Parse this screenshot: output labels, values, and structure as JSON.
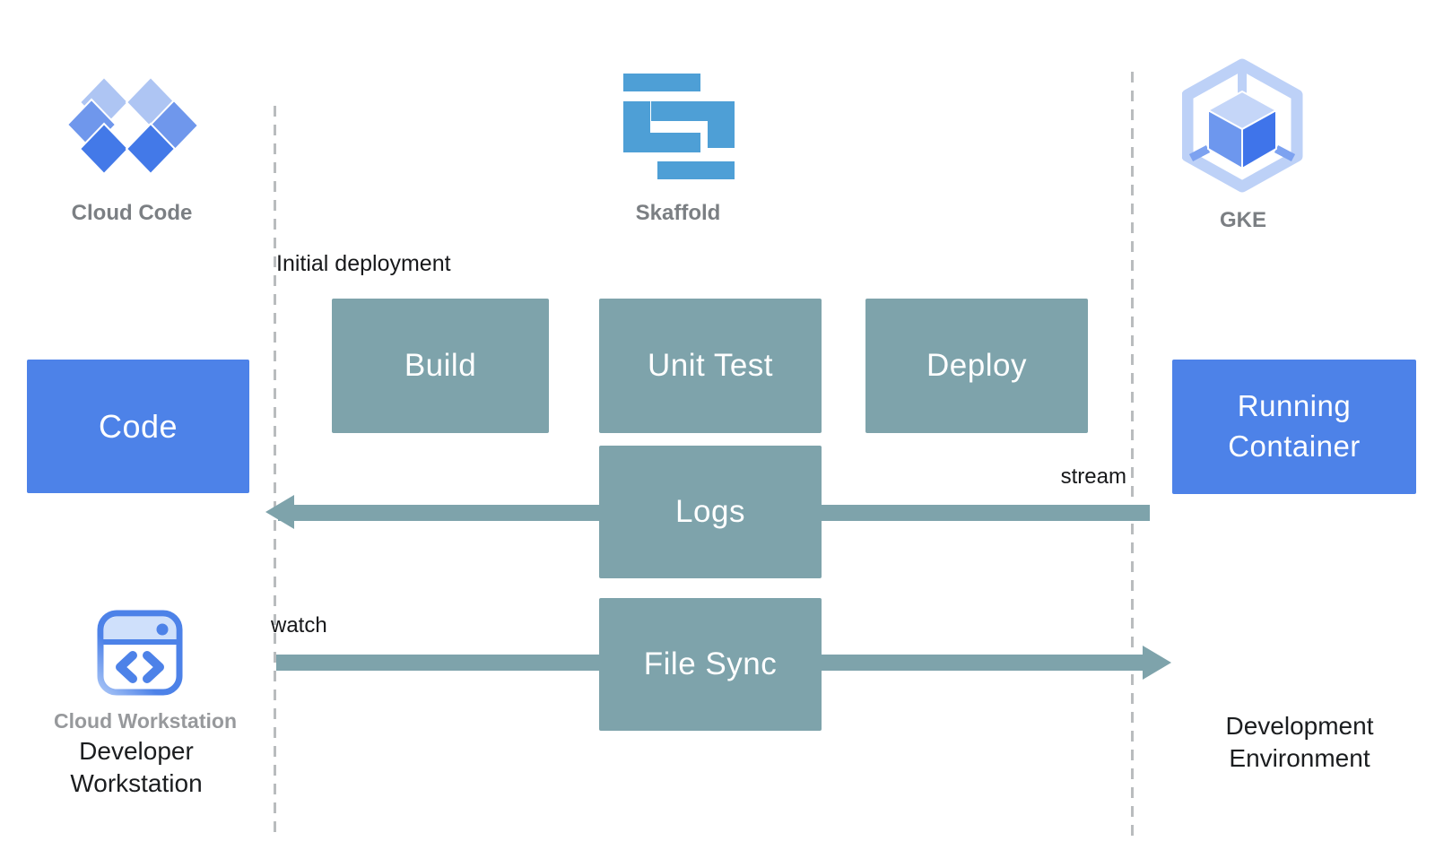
{
  "diagram": {
    "tools": {
      "cloud_code": "Cloud Code",
      "skaffold": "Skaffold",
      "gke": "GKE"
    },
    "nodes": {
      "code": "Code",
      "build": "Build",
      "unit_test": "Unit Test",
      "deploy": "Deploy",
      "logs": "Logs",
      "file_sync": "File Sync",
      "running_container": "Running Container"
    },
    "annotations": {
      "initial_deployment": "Initial deployment",
      "stream": "stream",
      "watch": "watch"
    },
    "footers": {
      "cloud_workstation": "Cloud Workstation",
      "developer_workstation": "Developer Workstation",
      "development_environment": "Development Environment"
    },
    "icons": [
      "cloud-code-icon",
      "skaffold-icon",
      "gke-icon",
      "cloud-workstation-icon",
      "left-arrowhead-icon",
      "right-arrowhead-icon"
    ],
    "colors": {
      "process_box": "#7EA3AB",
      "primary_box": "#4D82E8",
      "skaffold_blue": "#4E9FD6",
      "label_gray": "#7B7F83",
      "text_black": "#1F2125",
      "dashed_line": "#B9BCBE"
    }
  }
}
